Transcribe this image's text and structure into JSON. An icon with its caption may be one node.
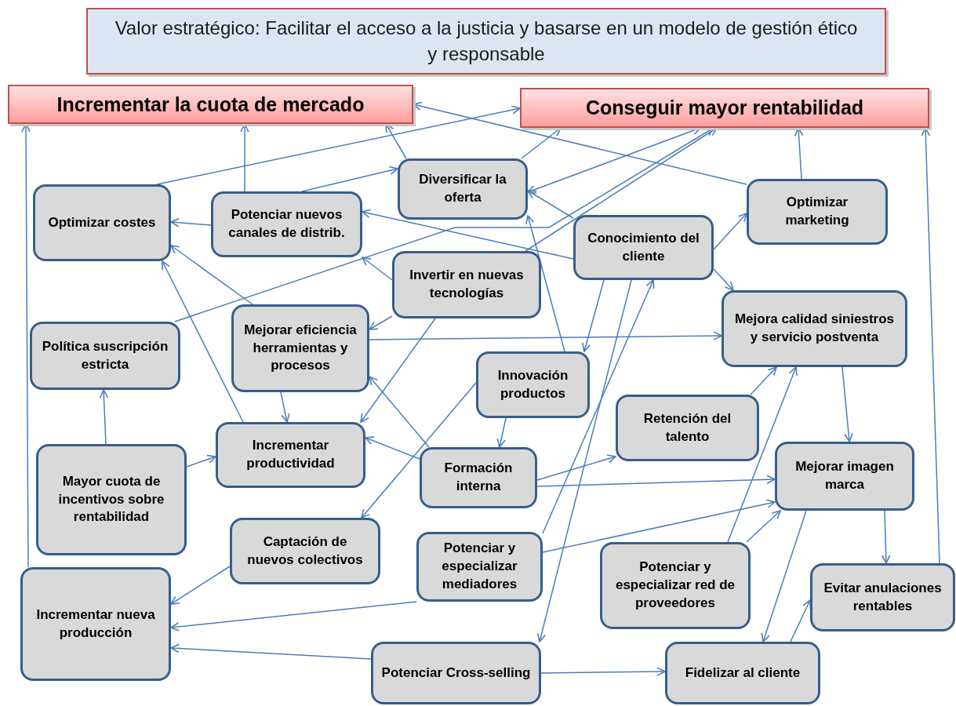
{
  "diagram": {
    "nodes": [
      {
        "text": [
          "Valor estratégico: Facilitar el acceso a la justicia y basarse en un modelo de gestión ético y responsable"
        ]
      },
      {
        "text": [
          "Incrementar la cuota de mercado"
        ]
      },
      {
        "text": [
          "Conseguir mayor rentabilidad"
        ]
      },
      {
        "text": [
          "Optimizar costes"
        ]
      },
      {
        "text": [
          "Potenciar nuevos canales de distrib."
        ]
      },
      {
        "text": [
          "Diversificar la oferta"
        ]
      },
      {
        "text": [
          "Conocimiento del cliente"
        ]
      },
      {
        "text": [
          "Optimizar marketing"
        ]
      },
      {
        "text": [
          "Invertir en nuevas tecnologías"
        ]
      },
      {
        "text": [
          "Política suscripción estricta"
        ]
      },
      {
        "text": [
          "Mejorar eficiencia herramientas y procesos"
        ]
      },
      {
        "text": [
          "Mejora calidad siniestros y servicio postventa"
        ]
      },
      {
        "text": [
          "Innovación productos"
        ]
      },
      {
        "text": [
          "Retención del talento"
        ]
      },
      {
        "text": [
          "Mayor cuota de incentivos sobre rentabilidad"
        ]
      },
      {
        "text": [
          "Incrementar productividad"
        ]
      },
      {
        "text": [
          "Formación interna"
        ]
      },
      {
        "text": [
          "Mejorar imagen marca"
        ]
      },
      {
        "text": [
          "Captación de nuevos colectivos"
        ]
      },
      {
        "text": [
          "Potenciar y especializar mediadores"
        ]
      },
      {
        "text": [
          "Potenciar y especializar red de proveedores"
        ]
      },
      {
        "text": [
          "Evitar anulaciones rentables"
        ]
      },
      {
        "text": [
          "Incrementar nueva producción"
        ]
      },
      {
        "text": [
          "Potenciar Cross-selling"
        ]
      },
      {
        "text": [
          "Fidelizar al cliente"
        ]
      }
    ],
    "edges": [
      {
        "from": 3,
        "to": 2,
        "arrow": "to"
      },
      {
        "from": 4,
        "to": 1,
        "arrow": "to"
      },
      {
        "from": 4,
        "to": 5,
        "arrow": "to"
      },
      {
        "from": 4,
        "to": 3,
        "arrow": "to"
      },
      {
        "from": 5,
        "to": 1,
        "arrow": "to"
      },
      {
        "from": 5,
        "to": 2,
        "arrow": "to"
      },
      {
        "from": 7,
        "to": 1,
        "arrow": "to"
      },
      {
        "from": 5,
        "to": 2,
        "arrow": "both"
      },
      {
        "from": 9,
        "to": 2,
        "arrow": "to"
      },
      {
        "from": 8,
        "to": 2,
        "arrow": "to"
      },
      {
        "from": 6,
        "to": 4,
        "arrow": "to"
      },
      {
        "from": 6,
        "to": 5,
        "arrow": "to"
      },
      {
        "from": 6,
        "to": 7,
        "arrow": "to"
      },
      {
        "from": 6,
        "to": 11,
        "arrow": "to"
      },
      {
        "from": 7,
        "to": 2,
        "arrow": "to"
      },
      {
        "from": 6,
        "to": 12,
        "arrow": "to"
      },
      {
        "from": 19,
        "to": 6,
        "arrow": "to"
      },
      {
        "from": 6,
        "to": 23,
        "arrow": "to"
      },
      {
        "from": 12,
        "to": 5,
        "arrow": "to"
      },
      {
        "from": 8,
        "to": 4,
        "arrow": "to"
      },
      {
        "from": 8,
        "to": 10,
        "arrow": "to"
      },
      {
        "from": 8,
        "to": 15,
        "arrow": "to"
      },
      {
        "from": 10,
        "to": 3,
        "arrow": "to"
      },
      {
        "from": 10,
        "to": 11,
        "arrow": "to"
      },
      {
        "from": 10,
        "to": 15,
        "arrow": "to"
      },
      {
        "from": 15,
        "to": 3,
        "arrow": "to"
      },
      {
        "from": 14,
        "to": 9,
        "arrow": "to"
      },
      {
        "from": 14,
        "to": 15,
        "arrow": "to"
      },
      {
        "from": 16,
        "to": 15,
        "arrow": "to"
      },
      {
        "from": 16,
        "to": 10,
        "arrow": "to"
      },
      {
        "from": 12,
        "to": 16,
        "arrow": "to"
      },
      {
        "from": 12,
        "to": 18,
        "arrow": "to"
      },
      {
        "from": 16,
        "to": 13,
        "arrow": "to"
      },
      {
        "from": 16,
        "to": 17,
        "arrow": "to"
      },
      {
        "from": 13,
        "to": 11,
        "arrow": "to"
      },
      {
        "from": 20,
        "to": 11,
        "arrow": "to"
      },
      {
        "from": 19,
        "to": 17,
        "arrow": "to"
      },
      {
        "from": 20,
        "to": 17,
        "arrow": "to"
      },
      {
        "from": 11,
        "to": 17,
        "arrow": "to"
      },
      {
        "from": 17,
        "to": 24,
        "arrow": "to"
      },
      {
        "from": 17,
        "to": 21,
        "arrow": "to"
      },
      {
        "from": 21,
        "to": 2,
        "arrow": "to"
      },
      {
        "from": 24,
        "to": 21,
        "arrow": "to"
      },
      {
        "from": 23,
        "to": 24,
        "arrow": "to"
      },
      {
        "from": 23,
        "to": 22,
        "arrow": "to"
      },
      {
        "from": 19,
        "to": 22,
        "arrow": "to"
      },
      {
        "from": 18,
        "to": 22,
        "arrow": "to"
      },
      {
        "from": 22,
        "to": 1,
        "arrow": "to"
      }
    ]
  }
}
